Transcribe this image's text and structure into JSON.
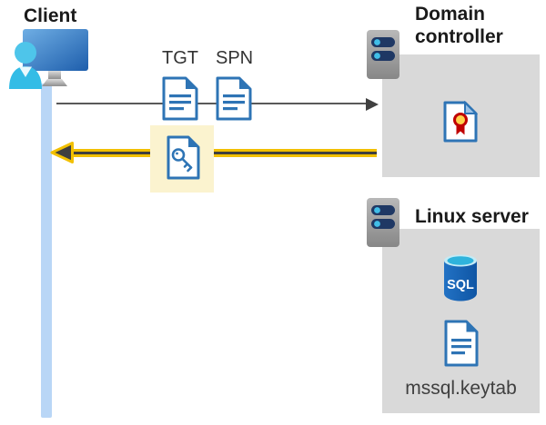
{
  "client": {
    "label": "Client"
  },
  "tickets": {
    "tgt_label": "TGT",
    "spn_label": "SPN"
  },
  "domain_controller": {
    "label": "Domain controller"
  },
  "linux_server": {
    "label": "Linux server",
    "sql_icon_label": "SQL",
    "keytab_label": "mssql.keytab"
  },
  "colors": {
    "doc_blue": "#2E74B5",
    "panel_gray": "#D9D9D9",
    "timeline_blue": "#B9D6F6",
    "highlight_yellow": "#FBF3CF",
    "arrow_yellow": "#F2C000",
    "arrow_dark": "#3F3F3F",
    "gray_arrow": "#595959",
    "server_navy": "#1F3864",
    "server_dot_cyan": "#41BEE8",
    "sql_blue": "#1866BE",
    "cert_gold": "#FFD24C",
    "cert_red": "#C00000"
  }
}
